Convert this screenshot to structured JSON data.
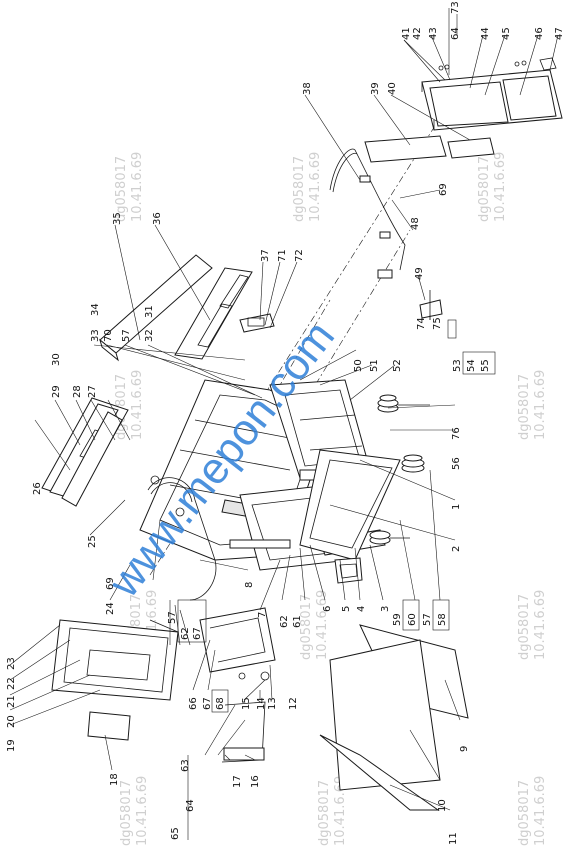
{
  "callouts": {
    "c1": "1",
    "c2": "2",
    "c3": "3",
    "c4": "4",
    "c5": "5",
    "c6": "6",
    "c7": "7",
    "c8": "8",
    "c9": "9",
    "c10": "10",
    "c11": "11",
    "c12": "12",
    "c13": "13",
    "c14": "14",
    "c15": "15",
    "c16": "16",
    "c17": "17",
    "c18": "18",
    "c19": "19",
    "c20": "20",
    "c21": "21",
    "c22": "22",
    "c23": "23",
    "c24": "24",
    "c25": "25",
    "c26": "26",
    "c27": "27",
    "c28": "28",
    "c29": "29",
    "c30": "30",
    "c31": "31",
    "c32": "32",
    "c33": "33",
    "c34": "34",
    "c35": "35",
    "c36": "36",
    "c37": "37",
    "c38": "38",
    "c39": "39",
    "c40": "40",
    "c41": "41",
    "c42": "42",
    "c43": "43",
    "c44": "44",
    "c45": "45",
    "c46": "46",
    "c47": "47",
    "c48": "48",
    "c49": "49",
    "c50": "50",
    "c51": "51",
    "c52": "52",
    "c53": "53",
    "c54": "54",
    "c55": "55",
    "c56": "56",
    "c57": "57",
    "c58": "58",
    "c59": "59",
    "c60": "60",
    "c61": "61",
    "c62": "62",
    "c63": "63",
    "c64": "64",
    "c65": "65",
    "c66": "66",
    "c67": "67",
    "c68": "68",
    "c69": "69",
    "c70": "70",
    "c71": "71",
    "c72": "72",
    "c73": "73",
    "c74": "74",
    "c75": "75",
    "c76": "76"
  },
  "watermark": {
    "site": "www.mepon.com",
    "stamp_line1": "dg058017",
    "stamp_line2": "10.41.6.69"
  },
  "colors": {
    "line": "#1a1a1a",
    "watermark_blue": "#2f7fd8",
    "watermark_gray": "#cfcfcf"
  }
}
